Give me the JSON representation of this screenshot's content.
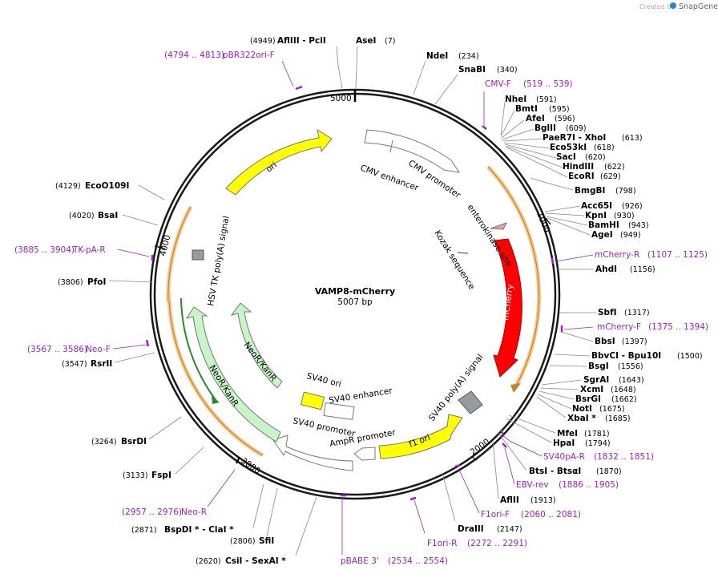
{
  "header": {
    "credit": "Created by",
    "brand": "SnapGene",
    "brand_color": "#1e88e5"
  },
  "plasmid": {
    "name": "VAMP8-mCherry",
    "size": "5007 bp",
    "length": 5007
  },
  "ticks": [
    "5000",
    "1000",
    "2000",
    "3000",
    "4000"
  ],
  "sites": [
    {
      "label": "AflIII  -  PciI",
      "pos": "(4949)",
      "bp": 4949
    },
    {
      "label": "AseI",
      "pos": "(7)",
      "bp": 7
    },
    {
      "label": "NdeI",
      "pos": "(234)",
      "bp": 234
    },
    {
      "label": "SnaBI",
      "pos": "(340)",
      "bp": 340
    },
    {
      "label": "NheI",
      "pos": "(591)",
      "bp": 591
    },
    {
      "label": "BmtI",
      "pos": "(595)",
      "bp": 595
    },
    {
      "label": "AfeI",
      "pos": "(596)",
      "bp": 596
    },
    {
      "label": "BglII",
      "pos": "(609)",
      "bp": 609
    },
    {
      "label": "PaeR7I  -  XhoI",
      "pos": "(613)",
      "bp": 613
    },
    {
      "label": "Eco53kI",
      "pos": "(618)",
      "bp": 618
    },
    {
      "label": "SacI",
      "pos": "(620)",
      "bp": 620
    },
    {
      "label": "HindIII",
      "pos": "(622)",
      "bp": 622
    },
    {
      "label": "EcoRI",
      "pos": "(629)",
      "bp": 629
    },
    {
      "label": "BmgBI",
      "pos": "(798)",
      "bp": 798
    },
    {
      "label": "Acc65I",
      "pos": "(926)",
      "bp": 926
    },
    {
      "label": "KpnI",
      "pos": "(930)",
      "bp": 930
    },
    {
      "label": "BamHI",
      "pos": "(943)",
      "bp": 943
    },
    {
      "label": "AgeI",
      "pos": "(949)",
      "bp": 949
    },
    {
      "label": "AhdI",
      "pos": "(1156)",
      "bp": 1156
    },
    {
      "label": "SbfI",
      "pos": "(1317)",
      "bp": 1317
    },
    {
      "label": "BbsI",
      "pos": "(1397)",
      "bp": 1397
    },
    {
      "label": "BbvCI  -  Bpu10I",
      "pos": "(1500)",
      "bp": 1500
    },
    {
      "label": "BsgI",
      "pos": "(1556)",
      "bp": 1556
    },
    {
      "label": "SgrAI",
      "pos": "(1643)",
      "bp": 1643
    },
    {
      "label": "XcmI",
      "pos": "(1648)",
      "bp": 1648
    },
    {
      "label": "BsrGI",
      "pos": "(1662)",
      "bp": 1662
    },
    {
      "label": "NotI",
      "pos": "(1675)",
      "bp": 1675
    },
    {
      "label": "XbaI *",
      "pos": "(1685)",
      "bp": 1685
    },
    {
      "label": "MfeI",
      "pos": "(1781)",
      "bp": 1781
    },
    {
      "label": "HpaI",
      "pos": "(1794)",
      "bp": 1794
    },
    {
      "label": "BtsI  -  BtsαI",
      "pos": "(1870)",
      "bp": 1870
    },
    {
      "label": "AflII",
      "pos": "(1913)",
      "bp": 1913
    },
    {
      "label": "DraIII",
      "pos": "(2147)",
      "bp": 2147
    },
    {
      "label": "CsiI  -  SexAI *",
      "pos": "(2620)",
      "bp": 2620
    },
    {
      "label": "SfiI",
      "pos": "(2806)",
      "bp": 2806
    },
    {
      "label": "BspDI *  -  ClaI *",
      "pos": "(2871)",
      "bp": 2871
    },
    {
      "label": "FspI",
      "pos": "(3133)",
      "bp": 3133
    },
    {
      "label": "BsrDI",
      "pos": "(3264)",
      "bp": 3264
    },
    {
      "label": "RsrII",
      "pos": "(3547)",
      "bp": 3547
    },
    {
      "label": "PfoI",
      "pos": "(3806)",
      "bp": 3806
    },
    {
      "label": "BsaI",
      "pos": "(4020)",
      "bp": 4020
    },
    {
      "label": "EcoO109I",
      "pos": "(4129)",
      "bp": 4129
    }
  ],
  "primers": [
    {
      "label": "pBR322ori-F",
      "pos": "(4794 .. 4813)",
      "bp": 4804
    },
    {
      "label": "CMV-F",
      "pos": "(519 .. 539)",
      "bp": 529
    },
    {
      "label": "mCherry-R",
      "pos": "(1107 .. 1125)",
      "bp": 1116
    },
    {
      "label": "mCherry-F",
      "pos": "(1375 .. 1394)",
      "bp": 1385
    },
    {
      "label": "SV40pA-R",
      "pos": "(1832 .. 1851)",
      "bp": 1842
    },
    {
      "label": "EBV-rev",
      "pos": "(1886 .. 1905)",
      "bp": 1896
    },
    {
      "label": "F1ori-F",
      "pos": "(2060 .. 2081)",
      "bp": 2071
    },
    {
      "label": "F1ori-R",
      "pos": "(2272 .. 2291)",
      "bp": 2282
    },
    {
      "label": "pBABE 3'",
      "pos": "(2534 .. 2554)",
      "bp": 2544
    },
    {
      "label": "Neo-R",
      "pos": "(2957 .. 2976)",
      "bp": 2967
    },
    {
      "label": "Neo-F",
      "pos": "(3567 .. 3586)",
      "bp": 3577
    },
    {
      "label": "TK-pA-R",
      "pos": "(3885 .. 3904)",
      "bp": 3895
    }
  ],
  "features": [
    {
      "label": "CMV enhancer"
    },
    {
      "label": "CMV promoter"
    },
    {
      "label": "enterokinase site"
    },
    {
      "label": "Kozak sequence"
    },
    {
      "label": "mCherry"
    },
    {
      "label": "SV40 poly(A) signal"
    },
    {
      "label": "f1 ori"
    },
    {
      "label": "AmpR promoter"
    },
    {
      "label": "SV40 promoter"
    },
    {
      "label": "SV40 enhancer"
    },
    {
      "label": "SV40 ori"
    },
    {
      "label": "NeoR/KanR"
    },
    {
      "label": "NeoR/KanR"
    },
    {
      "label": "HSV TK poly(A) signal"
    },
    {
      "label": "ori"
    }
  ],
  "colors": {
    "primer": "#a020c8",
    "mcherry": "#ff0000",
    "ori": "#ffff00",
    "neo": "#c8f5c8",
    "orf": "#f5c88c",
    "polya": "#999aa0"
  }
}
